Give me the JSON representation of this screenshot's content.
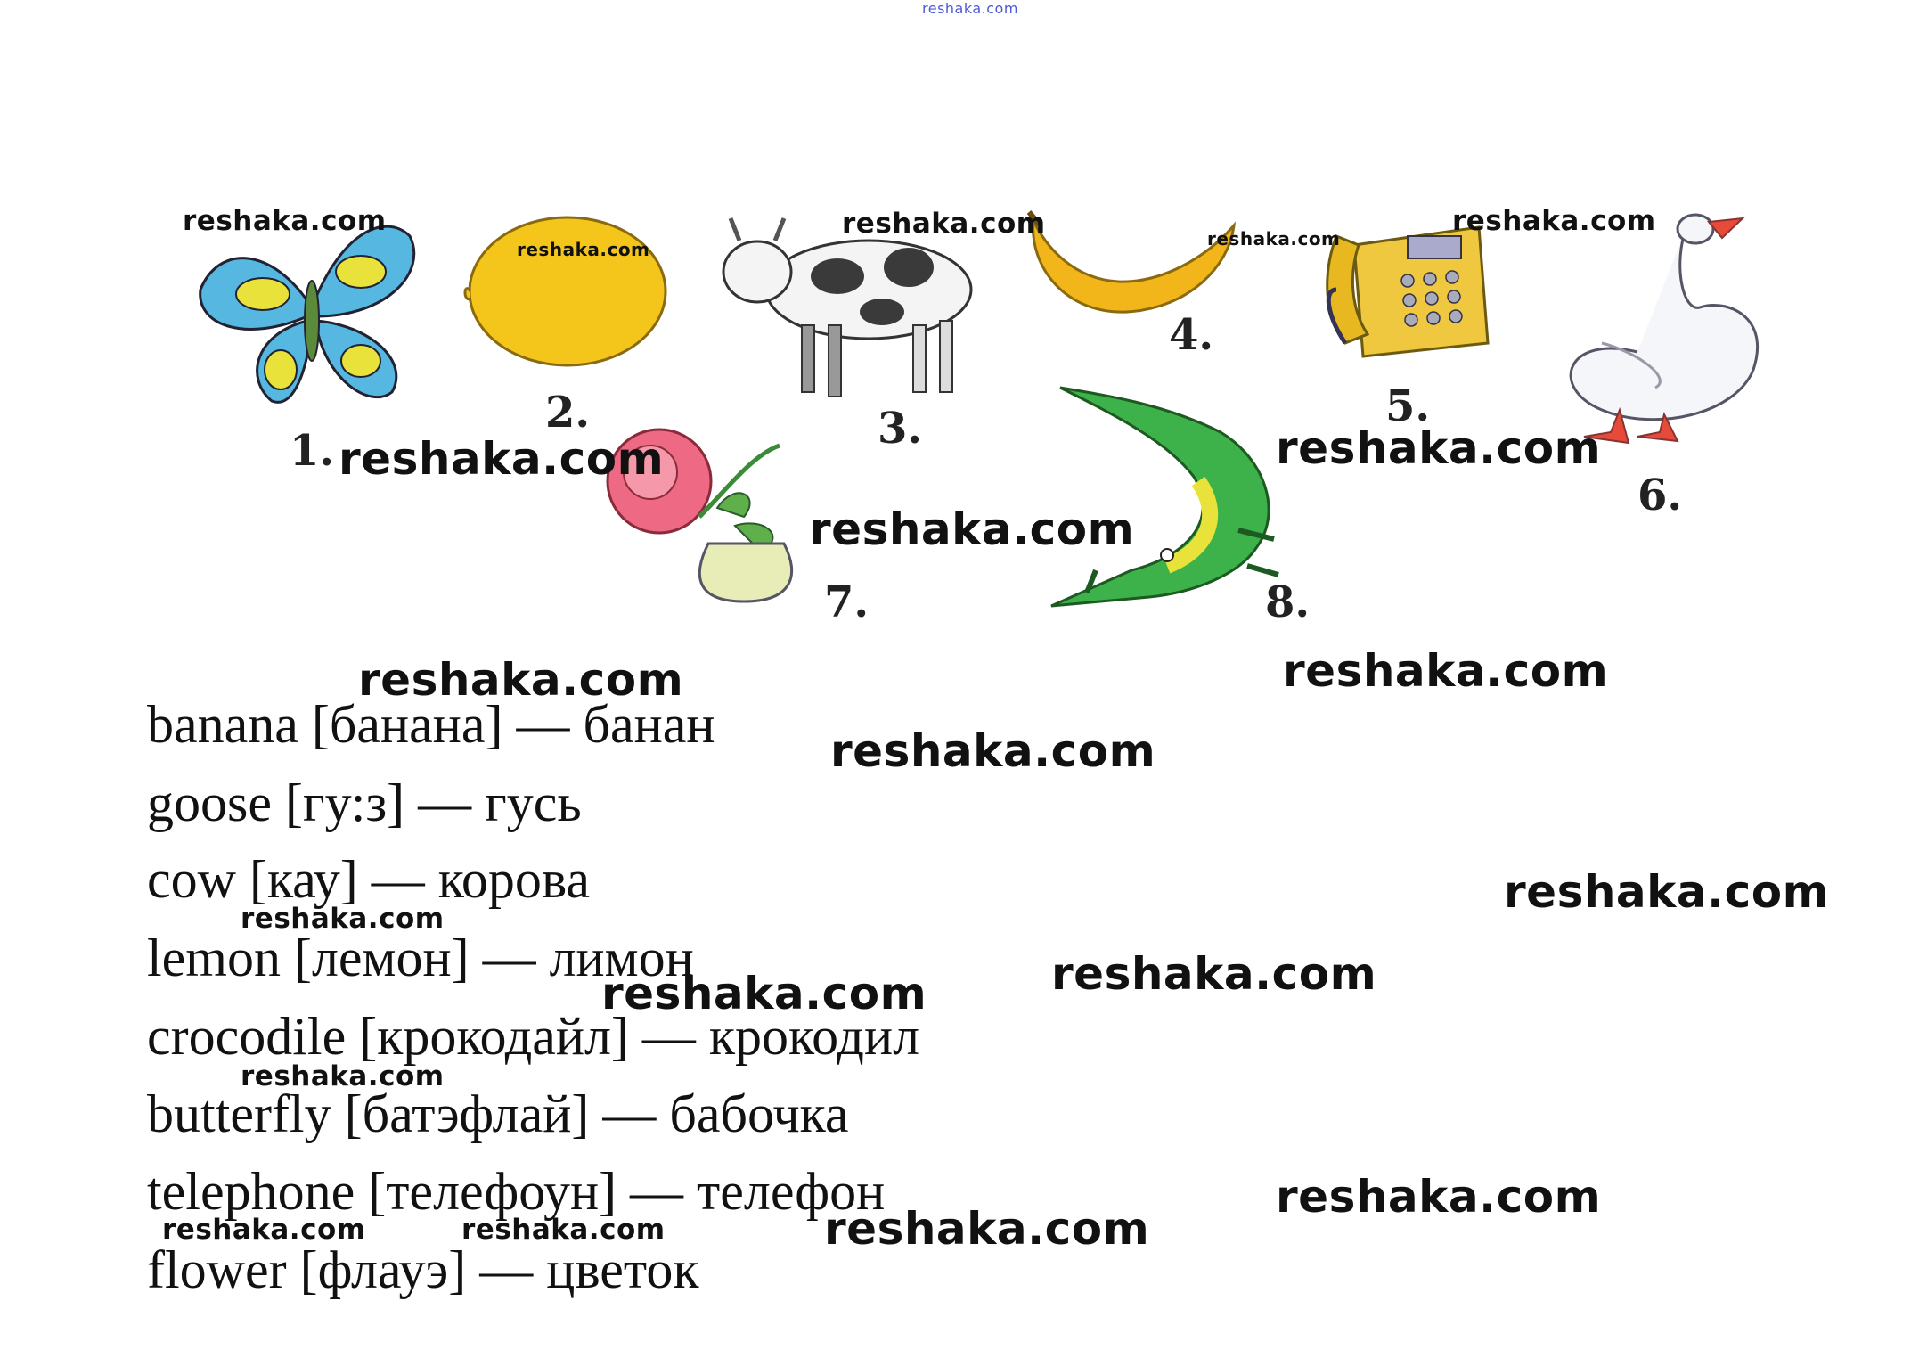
{
  "watermark_top": "reshaka.com",
  "watermark": "reshaka.com",
  "numbers": [
    "1.",
    "2.",
    "3.",
    "4.",
    "5.",
    "6.",
    "7.",
    "8."
  ],
  "vocabulary": [
    {
      "line": "banana [банана] — банан"
    },
    {
      "line": "goose [гу:з] — гусь"
    },
    {
      "line": "cow [кау] — корова"
    },
    {
      "line": "lemon [лемон] — лимон"
    },
    {
      "line": "crocodile [крокодайл] — крокодил"
    },
    {
      "line": "butterfly [батэфлай] — бабочка"
    },
    {
      "line": "telephone [телефоун] — телефон"
    },
    {
      "line": "flower [флауэ] — цветок"
    }
  ],
  "colors": {
    "butterfly": "#56b7e0",
    "lemon": "#f4c61c",
    "banana": "#f2b51a",
    "telephone": "#f0c840",
    "goose": "#f4f6f9",
    "flower": "#ee6a84",
    "crocodile": "#3db24a",
    "watermark": "#111111"
  }
}
